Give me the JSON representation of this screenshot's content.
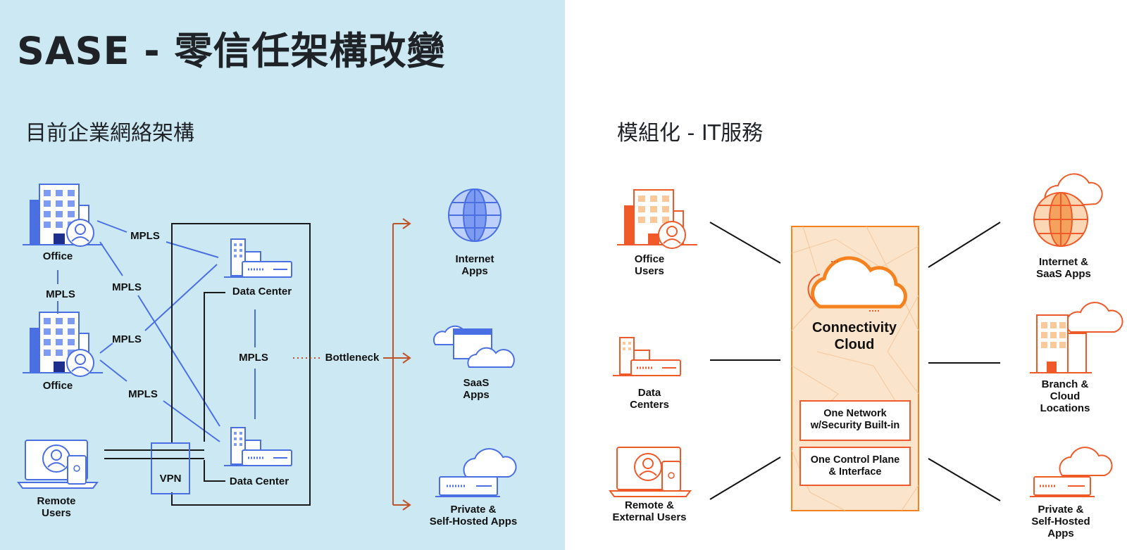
{
  "title": "SASE - 零信任架構改變",
  "left": {
    "heading": "目前企業網絡架構",
    "nodes": {
      "office_top": "Office",
      "office_bottom": "Office",
      "remote_users": "Remote\nUsers",
      "data_center_top": "Data Center",
      "data_center_bottom": "Data Center",
      "vpn": "VPN",
      "internet_apps": "Internet\nApps",
      "saas_apps": "SaaS\nApps",
      "private_apps": "Private &\nSelf-Hosted Apps"
    },
    "links": {
      "mpls_1": "MPLS",
      "mpls_2": "MPLS",
      "mpls_3": "MPLS",
      "mpls_4": "MPLS",
      "mpls_5": "MPLS",
      "mpls_6": "MPLS",
      "bottleneck": "Bottleneck"
    }
  },
  "right": {
    "heading": "模組化 - IT服務",
    "nodes": {
      "office_users": "Office\nUsers",
      "data_centers": "Data\nCenters",
      "remote_external": "Remote &\nExternal Users",
      "internet_saas": "Internet &\nSaaS Apps",
      "branch_cloud": "Branch & Cloud\nLocations",
      "private_apps": "Private &\nSelf-Hosted Apps"
    },
    "hub": {
      "label": "Connectivity\nCloud",
      "box1": "One Network\nw/Security Built-in",
      "box2": "One Control Plane\n& Interface"
    }
  },
  "colors": {
    "left_bg": "#cce9f3",
    "blue": "#4a6fe3",
    "orange": "#f05a28",
    "hub_fill": "#fbe4cc",
    "hub_border": "#f6821f"
  }
}
